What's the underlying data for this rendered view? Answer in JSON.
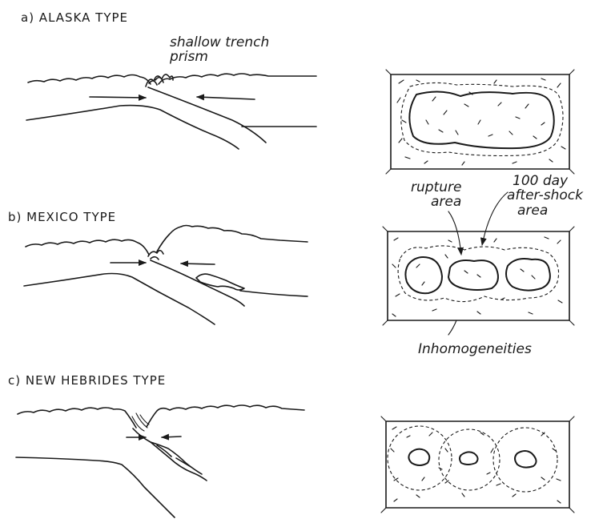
{
  "panels": {
    "a": {
      "label": "a) ALASKA TYPE"
    },
    "b": {
      "label": "b) MEXICO TYPE"
    },
    "c": {
      "label": "c) NEW HEBRIDES TYPE"
    }
  },
  "annotations": {
    "shallow_trench": "shallow trench",
    "prism": "prism",
    "rupture": "rupture",
    "area_rupture": "area",
    "day100": "100 day",
    "aftershock": "after-shock",
    "area_aftershock": "area",
    "inhomogeneities": "Inhomogeneities"
  }
}
